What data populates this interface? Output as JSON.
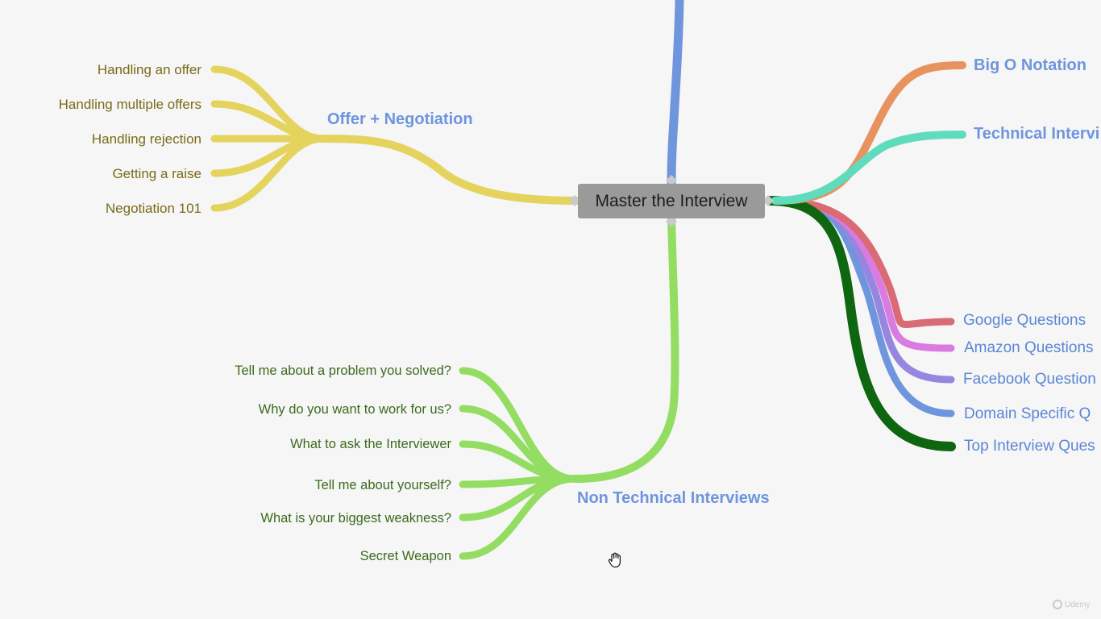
{
  "root": {
    "label": "Master the Interview"
  },
  "offer": {
    "title": "Offer + Negotiation",
    "color": "#e4d35c",
    "items": [
      "Handling an offer",
      "Handling multiple offers",
      "Handling rejection",
      "Getting a raise",
      "Negotiation 101"
    ]
  },
  "non_technical": {
    "title": "Non Technical Interviews",
    "color": "#93dd62",
    "items": [
      "Tell me about a problem you solved?",
      "Why do you want to work for us?",
      "What to ask the Interviewer",
      "Tell me about yourself?",
      "What is your biggest weakness?",
      "Secret Weapon"
    ]
  },
  "right_topics": [
    {
      "label": "Big O Notation",
      "color": "#e8925f"
    },
    {
      "label": "Technical Intervi",
      "color": "#5fdcbd"
    }
  ],
  "question_branches": [
    {
      "label": "Google Questions",
      "color": "#d96b77"
    },
    {
      "label": "Amazon Questions",
      "color": "#d97be0"
    },
    {
      "label": "Facebook Question",
      "color": "#9786e0"
    },
    {
      "label": "Domain Specific Q",
      "color": "#6f96dd"
    },
    {
      "label": "Top Interview Ques",
      "color": "#0f6610"
    }
  ],
  "top_branch_color": "#6f96dd",
  "watermark": "Udemy",
  "icons": {
    "cursor": "grab-hand-icon"
  }
}
